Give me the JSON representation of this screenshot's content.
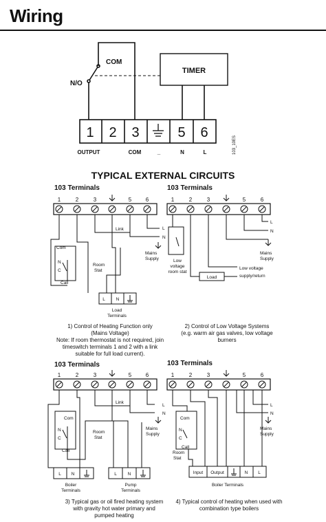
{
  "header": {
    "title": "Wiring"
  },
  "top": {
    "com": "COM",
    "no": "N/O",
    "timer": "TIMER",
    "terminals": [
      "1",
      "2",
      "3",
      "=",
      "5",
      "6"
    ],
    "bottom_labels": [
      "OUTPUT",
      "COM",
      "_",
      "N",
      "L"
    ],
    "code": "103_10ES"
  },
  "external_title": "TYPICAL EXTERNAL CIRCUITS",
  "circuits": [
    {
      "heading": "103 Terminals",
      "nums": [
        "1",
        "2",
        "3",
        "=",
        "5",
        "6"
      ],
      "labels": {
        "com": "Com",
        "n": "N",
        "c": "C",
        "call": "Call",
        "room": "Room",
        "stat": "Stat",
        "link": "Link",
        "l": "L",
        "nn": "N",
        "mains1": "Mains",
        "mains2": "Supply",
        "box": [
          "L",
          "N",
          "="
        ],
        "box_label1": "Load",
        "box_label2": "Terminals"
      },
      "caption": [
        "1) Control of Heating Function only",
        "(Mains Voltage)",
        "Note: If room thermostat is not required, join",
        "timeswitch terminals 1 and 2 with a link",
        "suitable for full load current)."
      ]
    },
    {
      "heading": "103 Terminals",
      "nums": [
        "1",
        "2",
        "3",
        "=",
        "5",
        "6"
      ],
      "labels": {
        "l": "L",
        "n": "N",
        "mains1": "Mains",
        "mains2": "Supply",
        "lv1": "Low",
        "lv2": "voltage",
        "lv3": "room stat",
        "load": "Load",
        "lvs1": "Low voltage",
        "lvs2": "supply/return"
      },
      "caption": [
        "2) Control of Low Voltage Systems",
        "(e.g. warm air gas valves, low voltage",
        "burners"
      ]
    },
    {
      "heading": "103 Terminals",
      "nums": [
        "1",
        "2",
        "3",
        "=",
        "5",
        "6"
      ],
      "labels": {
        "com": "Com",
        "n": "N",
        "c": "C",
        "call": "Call",
        "room": "Room",
        "stat": "Stat",
        "link": "Link",
        "l": "L",
        "nn": "N",
        "mains1": "Mains",
        "mains2": "Supply",
        "boiler_box": [
          "L",
          "N",
          "="
        ],
        "boiler1": "Boiler",
        "boiler2": "Terminals",
        "pump_box": [
          "L",
          "N",
          "="
        ],
        "pump1": "Pump",
        "pump2": "Terminals"
      },
      "caption": [
        "3) Typical gas or oil fired heating system",
        "with gravity hot water primary and",
        "pumped heating"
      ]
    },
    {
      "heading": "103 Terminals",
      "nums": [
        "1",
        "2",
        "3",
        "=",
        "5",
        "6"
      ],
      "labels": {
        "com": "Com",
        "n": "N",
        "c": "C",
        "call": "Call",
        "room": "Room",
        "stat": "Stat",
        "l": "L",
        "nn": "N",
        "mains1": "Mains",
        "mains2": "Supply",
        "box": [
          "Input",
          "Output",
          "=",
          "N",
          "L"
        ],
        "box_label": "Boiler Terminals"
      },
      "caption": [
        "4) Typical control of heating when used with",
        "combination type boilers"
      ]
    }
  ]
}
